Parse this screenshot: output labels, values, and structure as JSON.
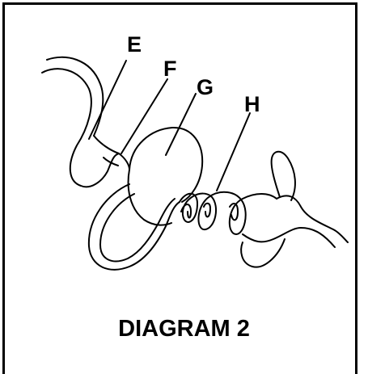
{
  "diagram": {
    "labels": {
      "e": "E",
      "f": "F",
      "g": "G",
      "h": "H"
    },
    "caption": "DIAGRAM 2"
  }
}
